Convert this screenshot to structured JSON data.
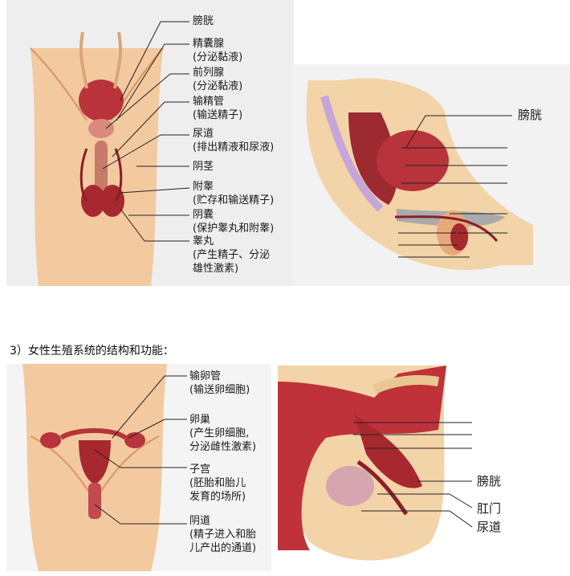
{
  "male_front": {
    "labels": [
      {
        "id": "bladder",
        "lines": [
          "膀胱"
        ]
      },
      {
        "id": "seminal-vesicle",
        "lines": [
          "精囊腺",
          "(分泌黏液)"
        ]
      },
      {
        "id": "prostate",
        "lines": [
          "前列腺",
          "(分泌黏液)"
        ]
      },
      {
        "id": "vas-deferens",
        "lines": [
          "输精管",
          "(输送精子)"
        ]
      },
      {
        "id": "urethra",
        "lines": [
          "尿道",
          "(排出精液和尿液)"
        ]
      },
      {
        "id": "penis",
        "lines": [
          "阴茎"
        ]
      },
      {
        "id": "epididymis",
        "lines": [
          "附睾",
          "(贮存和输送精子)"
        ]
      },
      {
        "id": "scrotum",
        "lines": [
          "阴囊",
          "(保护睾丸和附睾)"
        ]
      },
      {
        "id": "testis",
        "lines": [
          "睾丸",
          "(产生精子、分泌",
          "雄性激素)"
        ]
      }
    ]
  },
  "male_side": {
    "labels": [
      {
        "id": "bladder",
        "text": "膀胱"
      }
    ]
  },
  "section_heading": "3）女性生殖系统的结构和功能：",
  "female_front": {
    "labels": [
      {
        "id": "oviduct",
        "lines": [
          "输卵管",
          "(输送卵细胞)"
        ]
      },
      {
        "id": "ovary",
        "lines": [
          "卵巢",
          "(产生卵细胞,",
          "分泌雌性激素)"
        ]
      },
      {
        "id": "uterus",
        "lines": [
          "子宫",
          "(胚胎和胎儿",
          "发育的场所)"
        ]
      },
      {
        "id": "vagina",
        "lines": [
          "阴道",
          "(精子进入和胎",
          "儿产出的通道)"
        ]
      }
    ]
  },
  "female_side": {
    "labels": [
      {
        "id": "bladder",
        "text": "膀胱"
      },
      {
        "id": "anus",
        "text": "肛门"
      },
      {
        "id": "urethra",
        "text": "尿道"
      }
    ]
  },
  "colors": {
    "skin": "#f3c9a0",
    "skin_dark": "#e8a97a",
    "organ": "#b8333a",
    "organ_dark": "#8a1f28",
    "bg": "#eeeeee"
  }
}
